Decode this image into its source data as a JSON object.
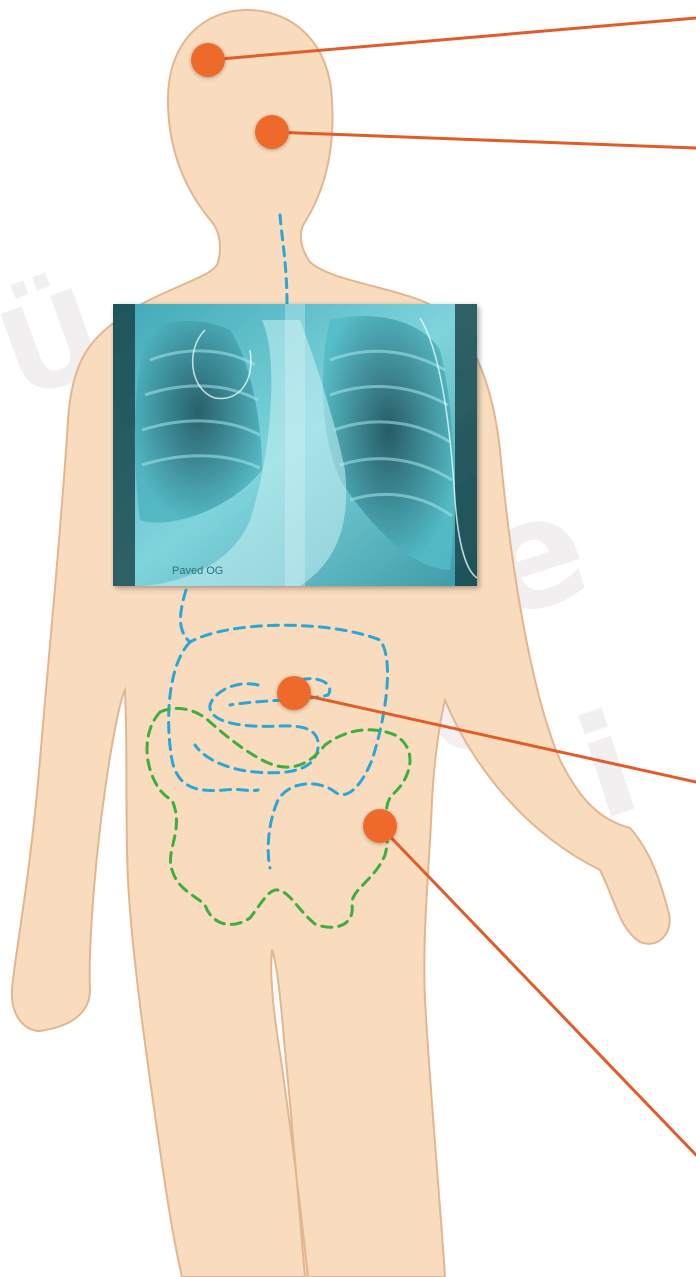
{
  "figure": {
    "xray_caption": "Paved OG"
  },
  "colors": {
    "body_fill": "#f9dcbd",
    "body_outline": "#e2b690",
    "marker": "#ee6a2c",
    "leader_line": "#e25c2a",
    "digestive_tract": "#2aa7d6",
    "pelvis": "#3fae3f",
    "xray_tint": "#5fc6cf",
    "watermark": "#f1efef"
  },
  "markers": [
    {
      "name": "forehead-marker"
    },
    {
      "name": "face-marker"
    },
    {
      "name": "abdomen-marker"
    },
    {
      "name": "hip-marker"
    }
  ],
  "icons": {
    "marker_shape": "circle-dot"
  }
}
